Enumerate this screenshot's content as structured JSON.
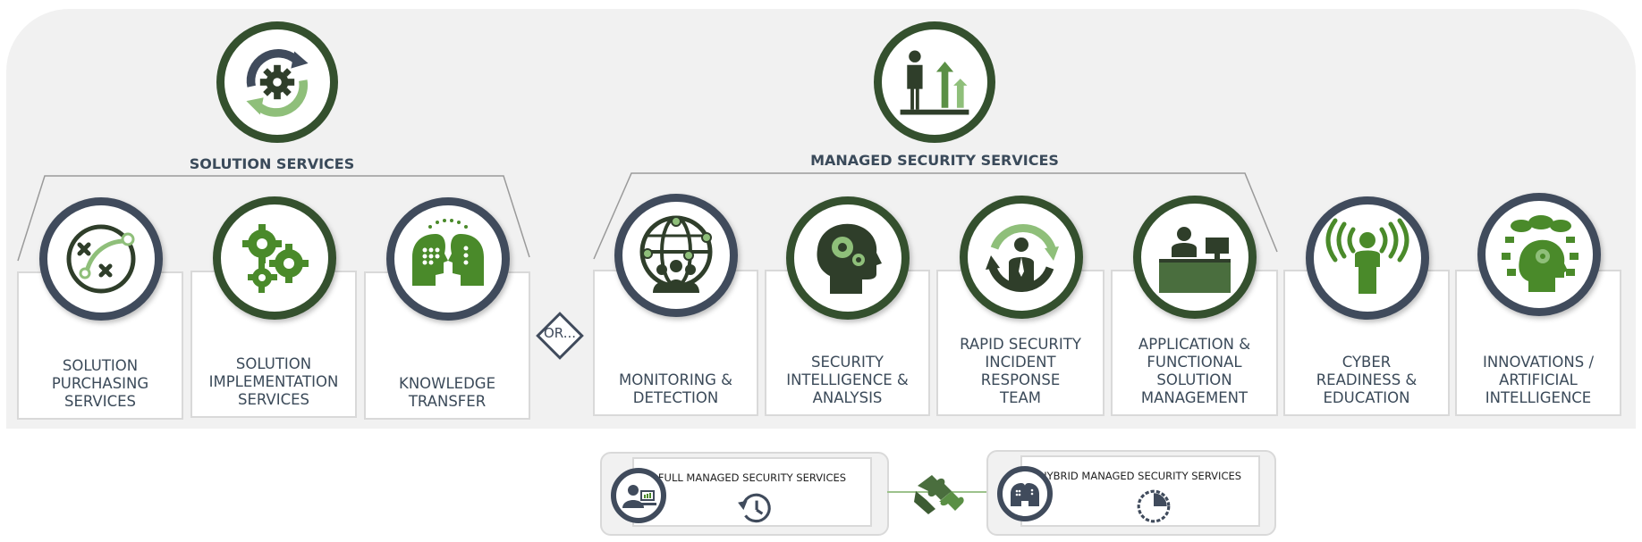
{
  "groups": {
    "solution": {
      "title": "SOLUTION SERVICES",
      "icon": "gear-cycle-icon"
    },
    "managed": {
      "title": "MANAGED SECURITY SERVICES",
      "icon": "growth-podium-icon"
    }
  },
  "or_label": "OR...",
  "cards": [
    {
      "label": "SOLUTION\nPURCHASING\nSERVICES",
      "icon": "strategy-play-icon",
      "ring": "navy"
    },
    {
      "label": "SOLUTION\nIMPLEMENTATION\nSERVICES",
      "icon": "gears-icon",
      "ring": "green"
    },
    {
      "label": "KNOWLEDGE\nTRANSFER",
      "icon": "heads-exchange-icon",
      "ring": "navy"
    },
    {
      "label": "MONITORING &\nDETECTION",
      "icon": "globe-network-icon",
      "ring": "navy"
    },
    {
      "label": "SECURITY\nINTELLIGENCE &\nANALYSIS",
      "icon": "head-gears-icon",
      "ring": "green"
    },
    {
      "label": "RAPID SECURITY\nINCIDENT\nRESPONSE\nTEAM",
      "icon": "person-cycle-icon",
      "ring": "green"
    },
    {
      "label": "APPLICATION &\nFUNCTIONAL\nSOLUTION\nMANAGEMENT",
      "icon": "desk-operator-icon",
      "ring": "green"
    },
    {
      "label": "CYBER\nREADINESS &\nEDUCATION",
      "icon": "person-signal-icon",
      "ring": "navy"
    },
    {
      "label": "INNOVATIONS /\nARTIFICIAL\nINTELLIGENCE",
      "icon": "head-cloud-icon",
      "ring": "navy"
    }
  ],
  "models": {
    "full": {
      "title": "FULL MANAGED SECURITY SERVICES",
      "icon": "clock-history-icon",
      "badge_icon": "person-laptop-icon"
    },
    "hybrid": {
      "title": "HYBRID MANAGED SECURITY SERVICES",
      "icon": "clock-partial-icon",
      "badge_icon": "heads-icon"
    }
  },
  "colors": {
    "green_dark": "#34502e",
    "green_mid": "#4a8a2a",
    "green_light": "#8fbf7a",
    "navy": "#404b5c"
  }
}
